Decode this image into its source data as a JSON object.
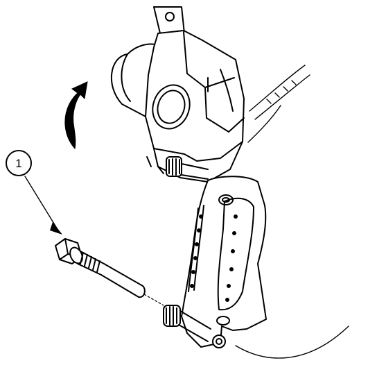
{
  "figure": {
    "callouts": [
      {
        "number": "1",
        "target": "guide-pin-bolt"
      }
    ],
    "colors": {
      "line": "#000000",
      "background": "#ffffff",
      "arrow_fill": "#000000"
    },
    "rotation_arrow": {
      "direction": "clockwise-up"
    }
  }
}
